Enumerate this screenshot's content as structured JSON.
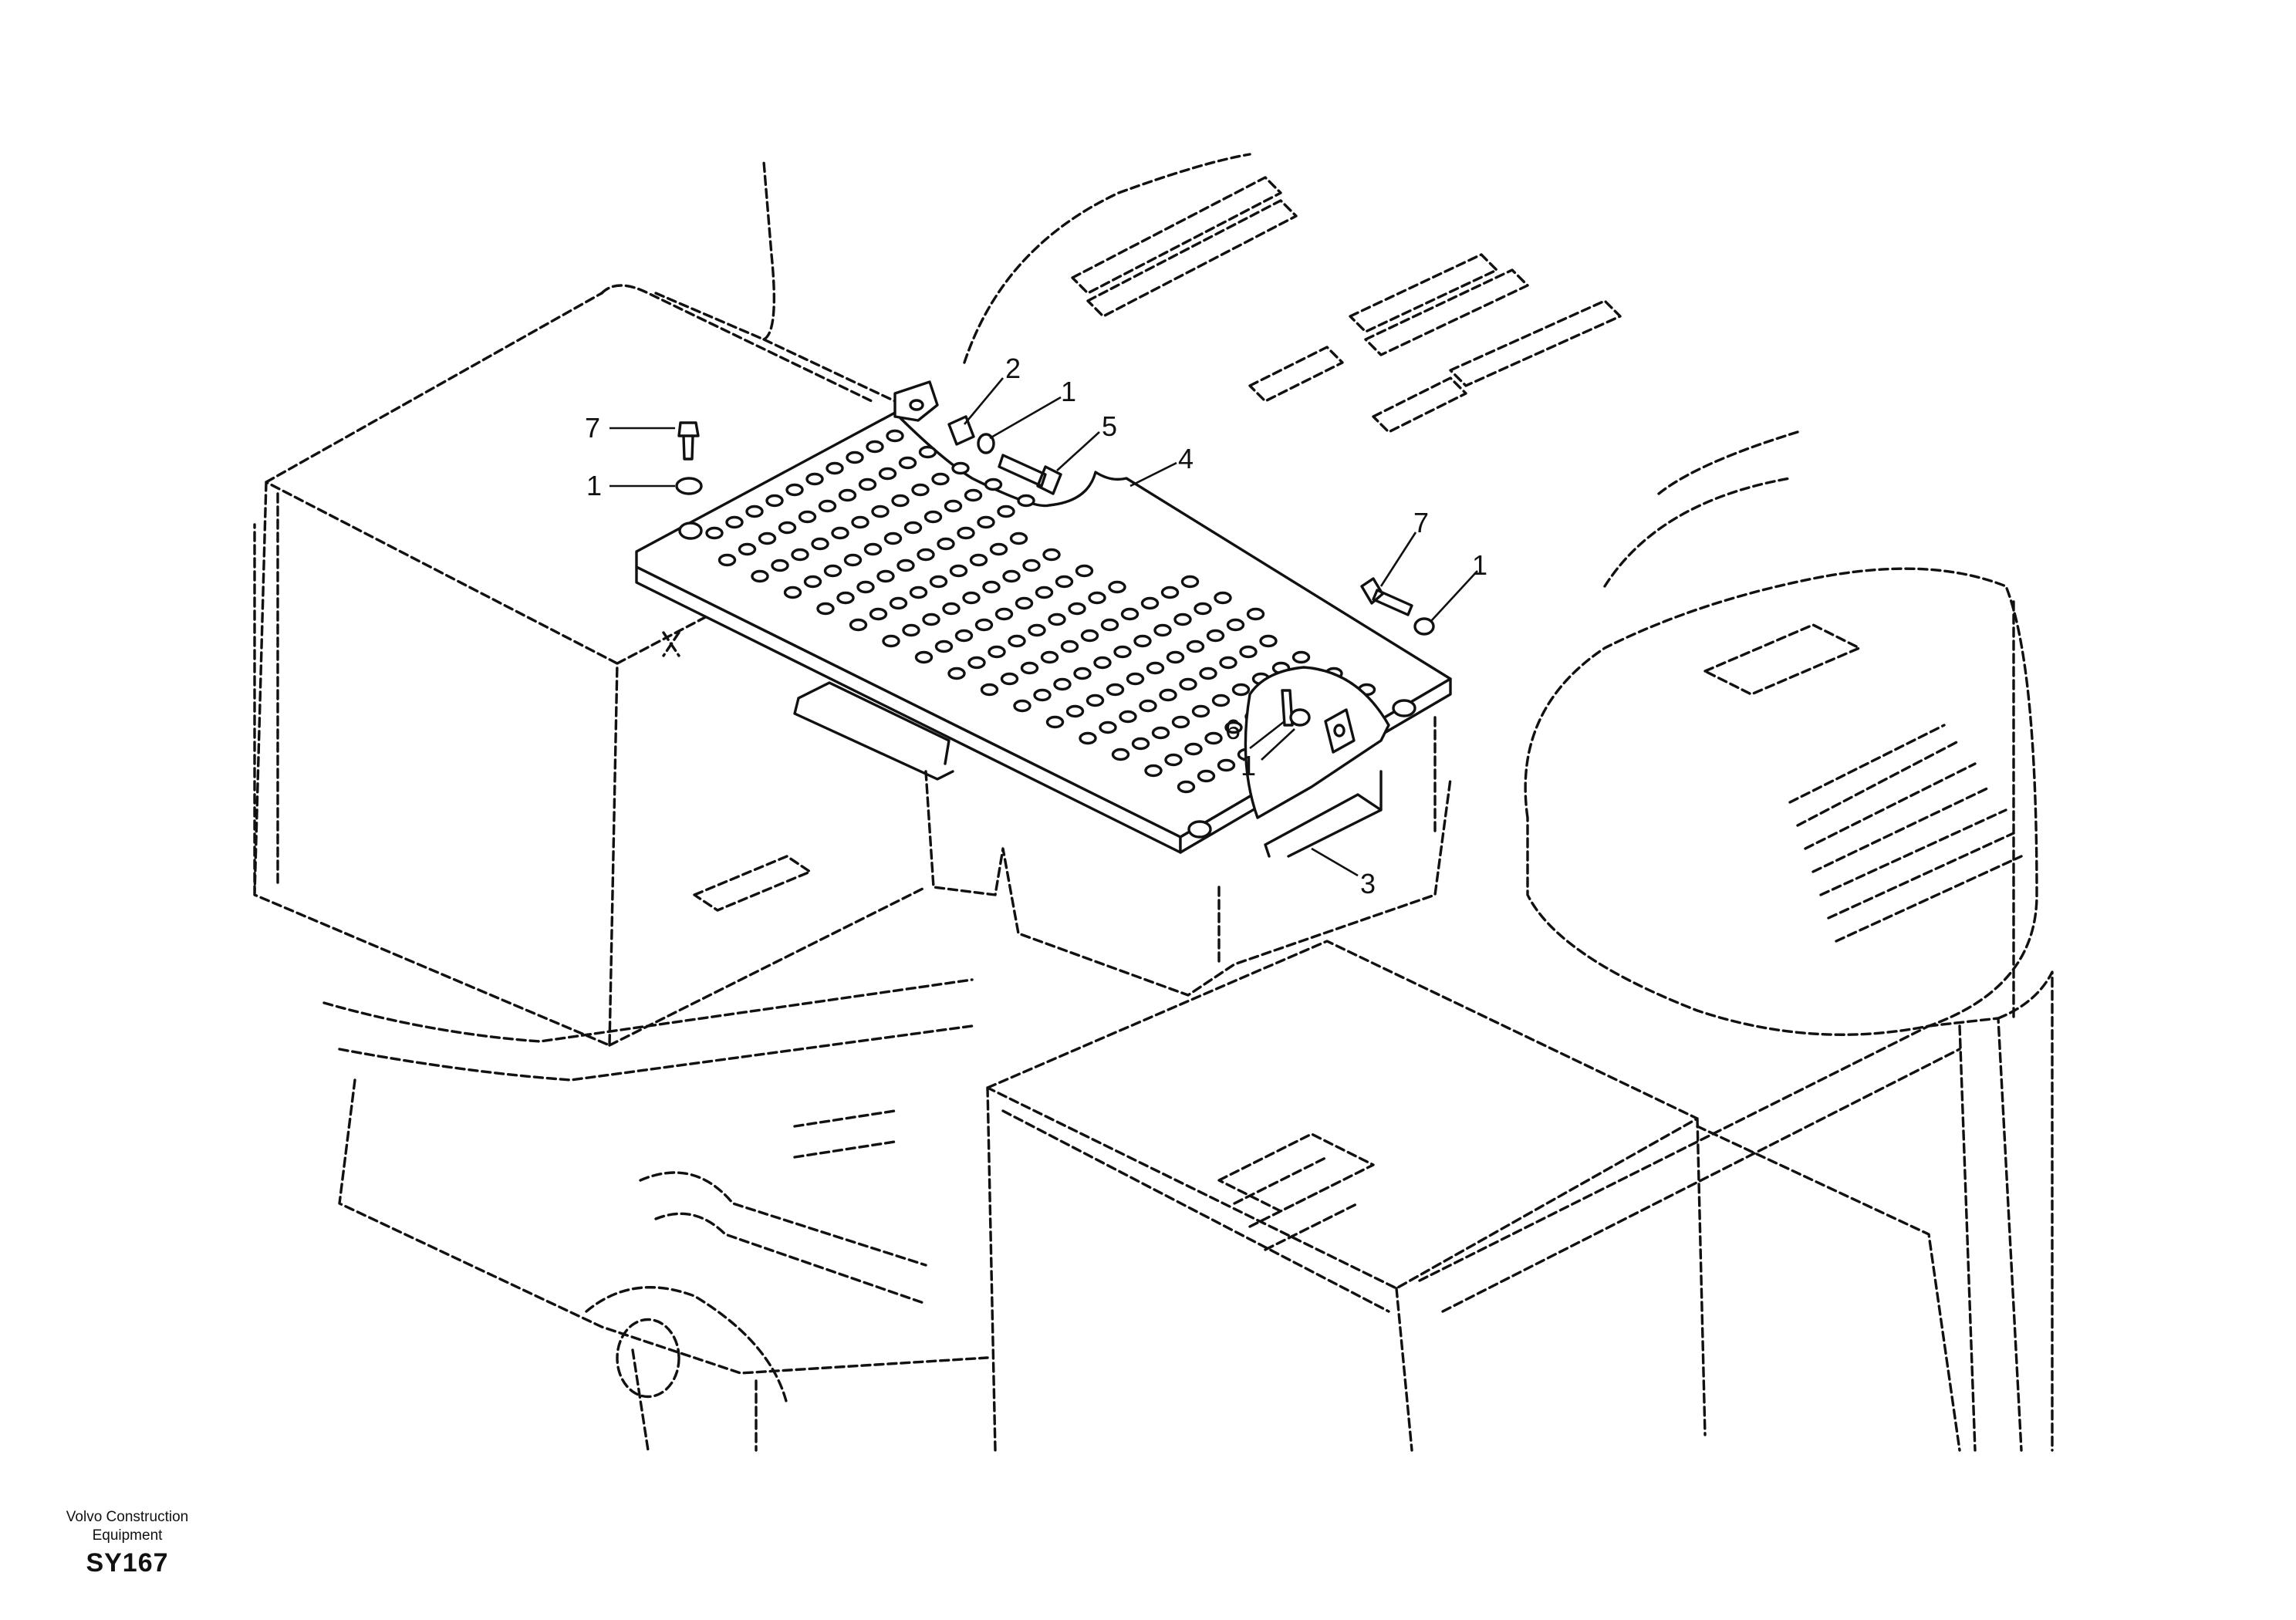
{
  "callouts": {
    "c1": "1",
    "c2": "2",
    "c3": "3",
    "c4": "4",
    "c5": "5",
    "c6": "6",
    "c7": "7"
  },
  "footer": {
    "maker_line1": "Volvo Construction",
    "maker_line2": "Equipment",
    "code": "SY167"
  }
}
